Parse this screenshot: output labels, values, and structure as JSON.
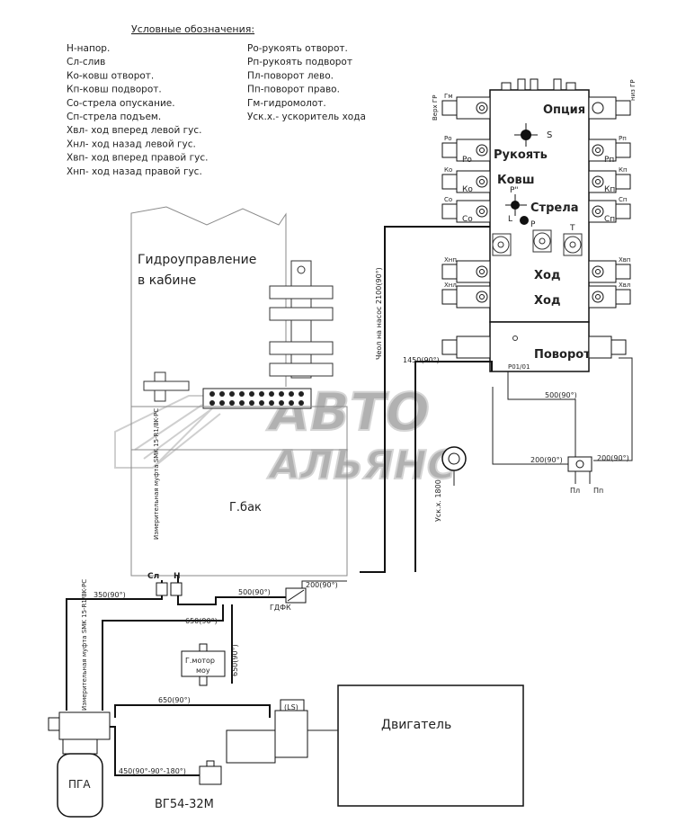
{
  "legend": {
    "title": "Условные обозначения:",
    "col1": [
      "Н-напор.",
      "Сл-слив",
      "Ко-ковш отворот.",
      "Кп-ковш подворот.",
      "Со-стрела опускание.",
      "Сп-стрела подъем.",
      "Хвл- ход вперед левой гус.",
      "Хнл- ход назад левой гус.",
      "Хвп- ход вперед правой гус.",
      "Хнп- ход назад правой гус."
    ],
    "col2": [
      "Ро-рукоять отворот.",
      "Рп-рукоять подворот",
      "Пл-поворот лево.",
      "Пп-поворот право.",
      "Гм-гидромолот.",
      "Уск.х.- ускоритель хода"
    ]
  },
  "cabin": {
    "label_line1": "Гидроуправление",
    "label_line2": "в кабине"
  },
  "tank": {
    "label": "Г.бак"
  },
  "valve": {
    "sections": [
      "Опция",
      "Рукоять",
      "Ковш",
      "Стрела",
      "Ход",
      "Ход",
      "Поворот"
    ],
    "port_s": "S",
    "port_p": "P",
    "port_p2": "P\"",
    "port_t": "T",
    "port_l": "L",
    "port_code": "Р01/01",
    "left_ports": [
      "Гм",
      "Ро",
      "Ко",
      "Со",
      "Хнп",
      "Хнл"
    ],
    "right_ports": [
      "Рп",
      "Кп",
      "Сп",
      "Хвп",
      "Хвл"
    ],
    "left_inner": [
      "Ро",
      "Ко",
      "Со"
    ],
    "right_inner": [
      "Рп",
      "Кп",
      "Сп"
    ],
    "top_left_label": "Верх ГР",
    "top_right_label": "низ ГР"
  },
  "hoses": {
    "to_pump": "Чеол на насос 2100(90°)",
    "h1450": "1450(90°)",
    "h500_valve": "500(90°)",
    "h200_right": "200(90°)",
    "h200_left": "200(90°)",
    "h1800": "Уск.х. 1800",
    "h350": "350(90°)",
    "h500_tank": "500(90°)",
    "h200_tank": "200(90°)",
    "h650a": "650(90°)",
    "h650b": "650(90°)",
    "h650c": "650(90°)",
    "h450": "450(90°-90°-180°)"
  },
  "labels": {
    "pl": "Пл",
    "pp": "Пп",
    "sl": "Сл",
    "n": "Н",
    "gdf": "ГДФК",
    "motor_line1": "Г.мотор",
    "motor_line2": "моу",
    "ls": "(LS)",
    "engine": "Двигатель",
    "pga": "ПГА",
    "bg": "ВГ54-32М",
    "coupling_upper": "Измерительная муфта SMK 15-R1/8K-PC",
    "coupling_lower": "Измерительная муфта SMK 15-R1/8K-PC"
  },
  "watermark": {
    "line1": "АВТО",
    "line2": "АЛЬЯНС"
  }
}
